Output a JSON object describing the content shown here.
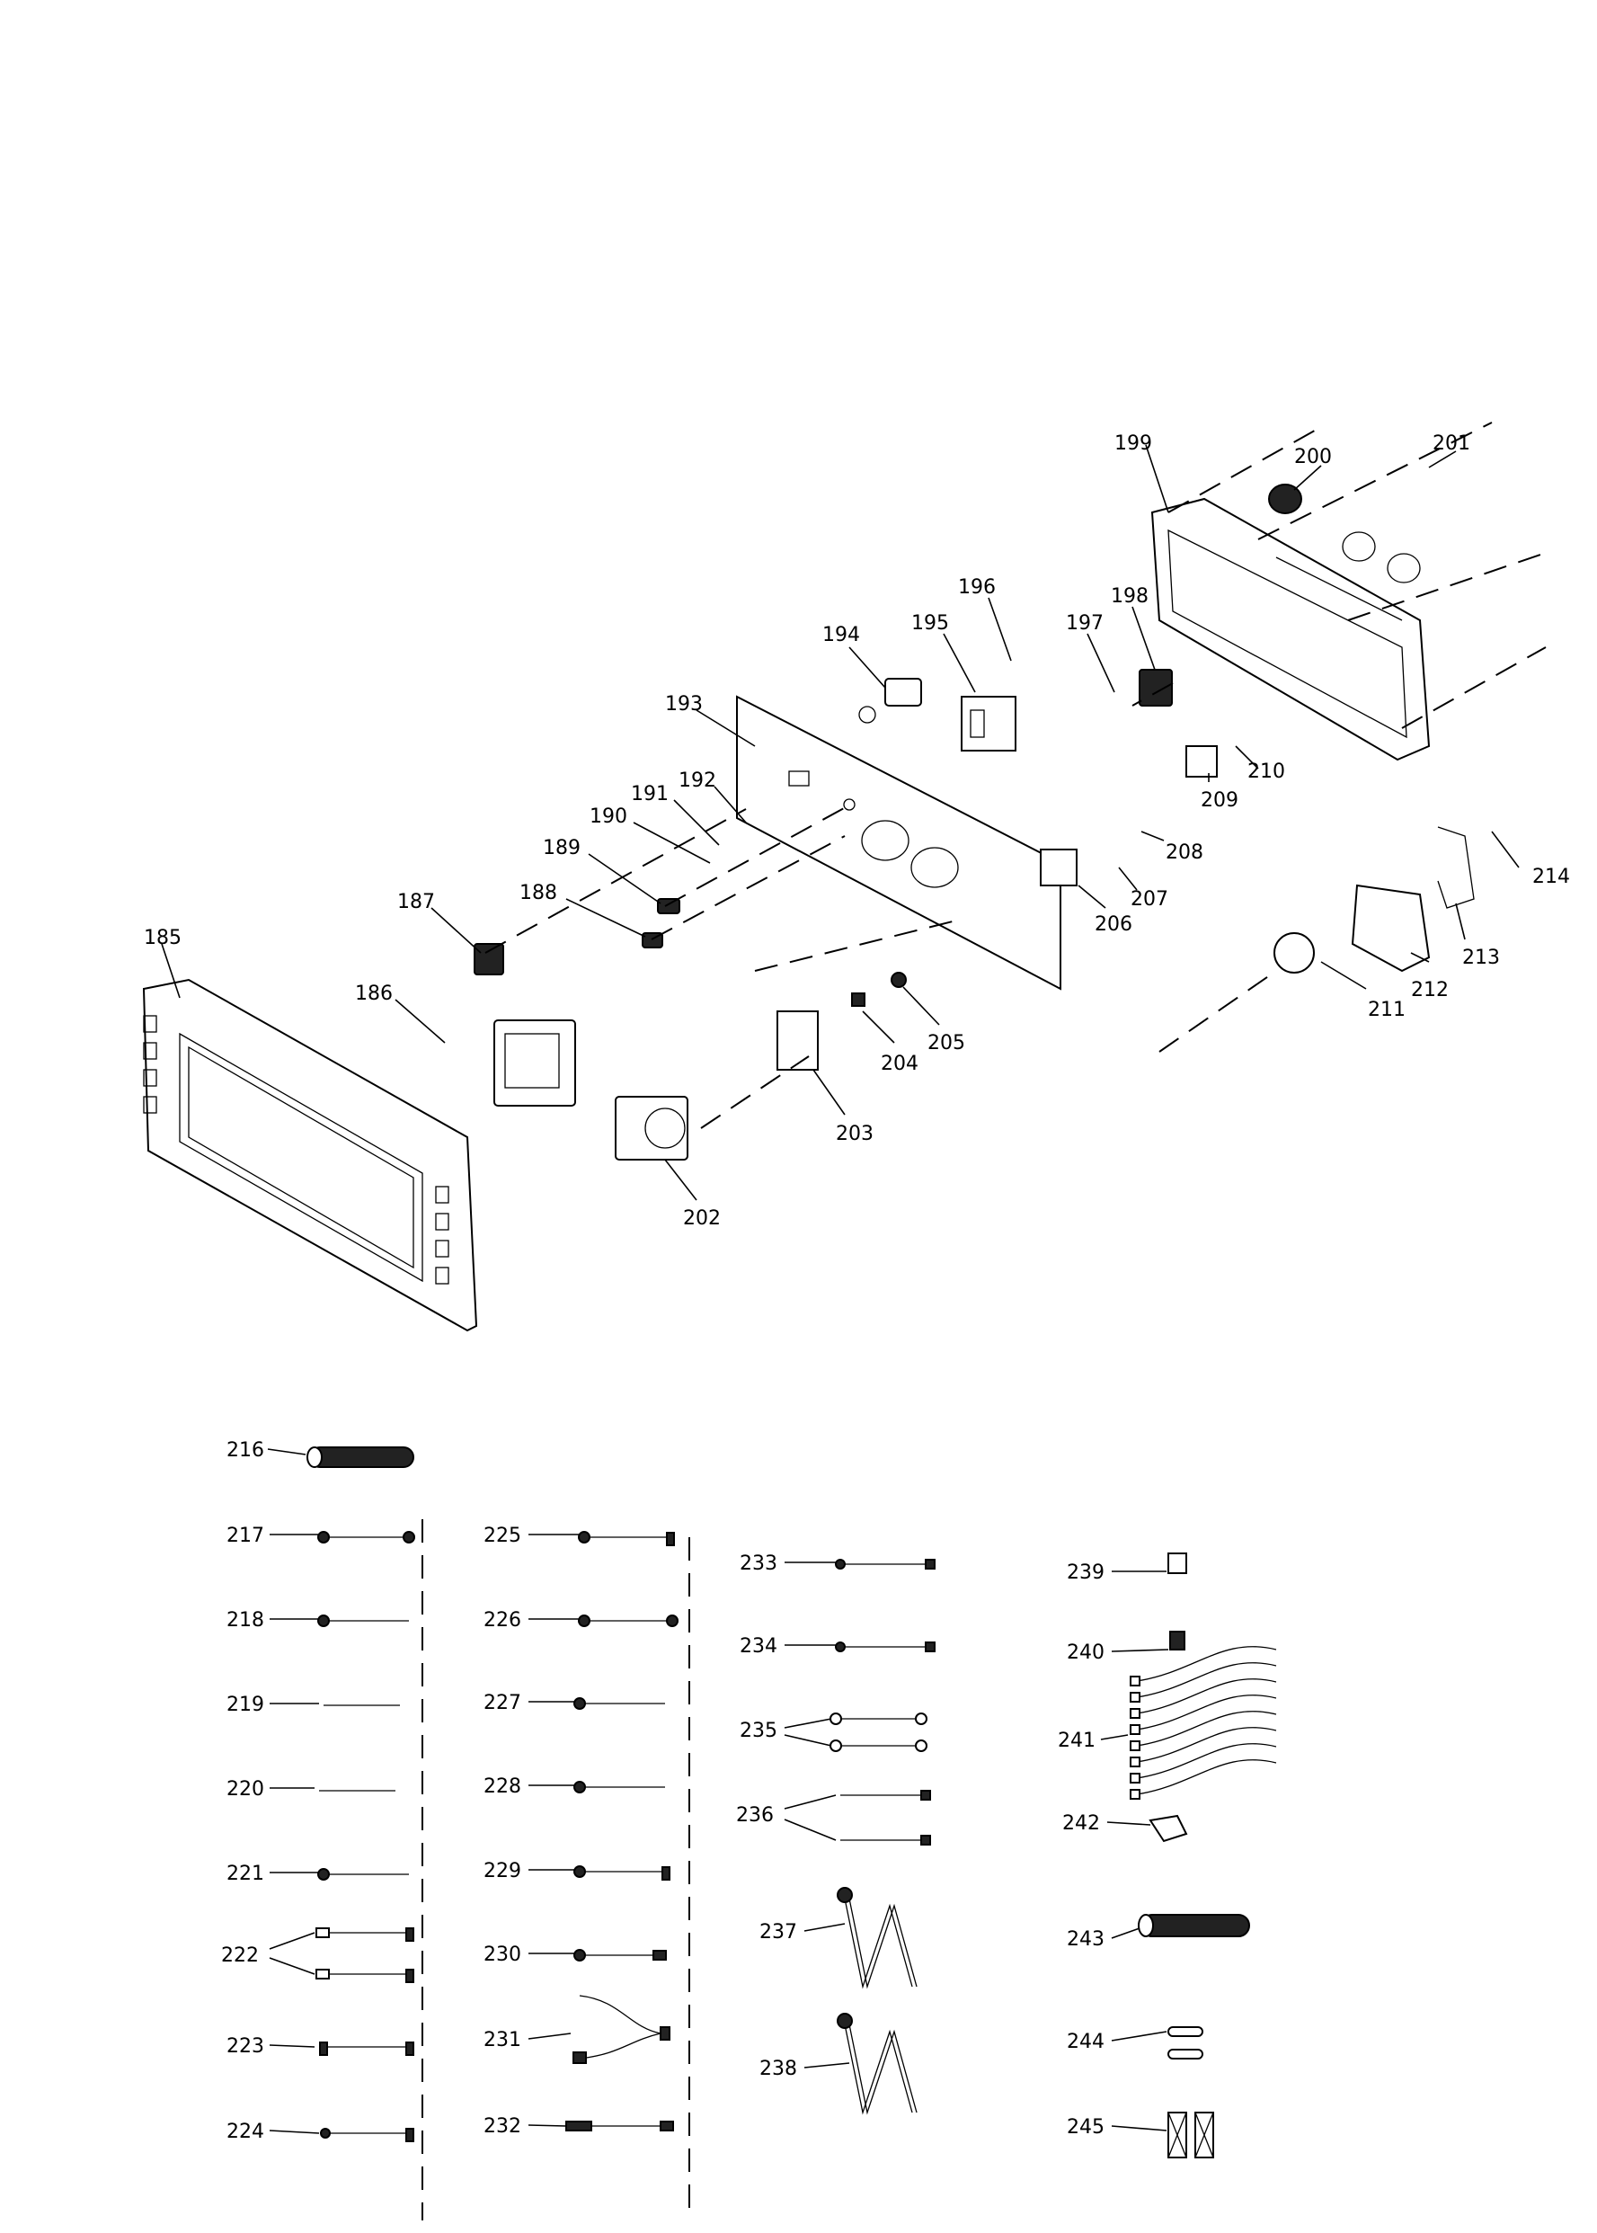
{
  "diagram": {
    "upper_labels": [
      "185",
      "186",
      "187",
      "188",
      "189",
      "190",
      "191",
      "192",
      "193",
      "194",
      "195",
      "196",
      "197",
      "198",
      "199",
      "200",
      "201",
      "202",
      "203",
      "204",
      "205",
      "206",
      "207",
      "208",
      "209",
      "210",
      "211",
      "212",
      "213",
      "214"
    ],
    "lower_labels": [
      "216",
      "217",
      "218",
      "219",
      "220",
      "221",
      "222",
      "223",
      "224",
      "225",
      "226",
      "227",
      "228",
      "229",
      "230",
      "231",
      "232",
      "233",
      "234",
      "235",
      "236",
      "237",
      "238",
      "239",
      "240",
      "241",
      "242",
      "243",
      "244",
      "245"
    ]
  }
}
